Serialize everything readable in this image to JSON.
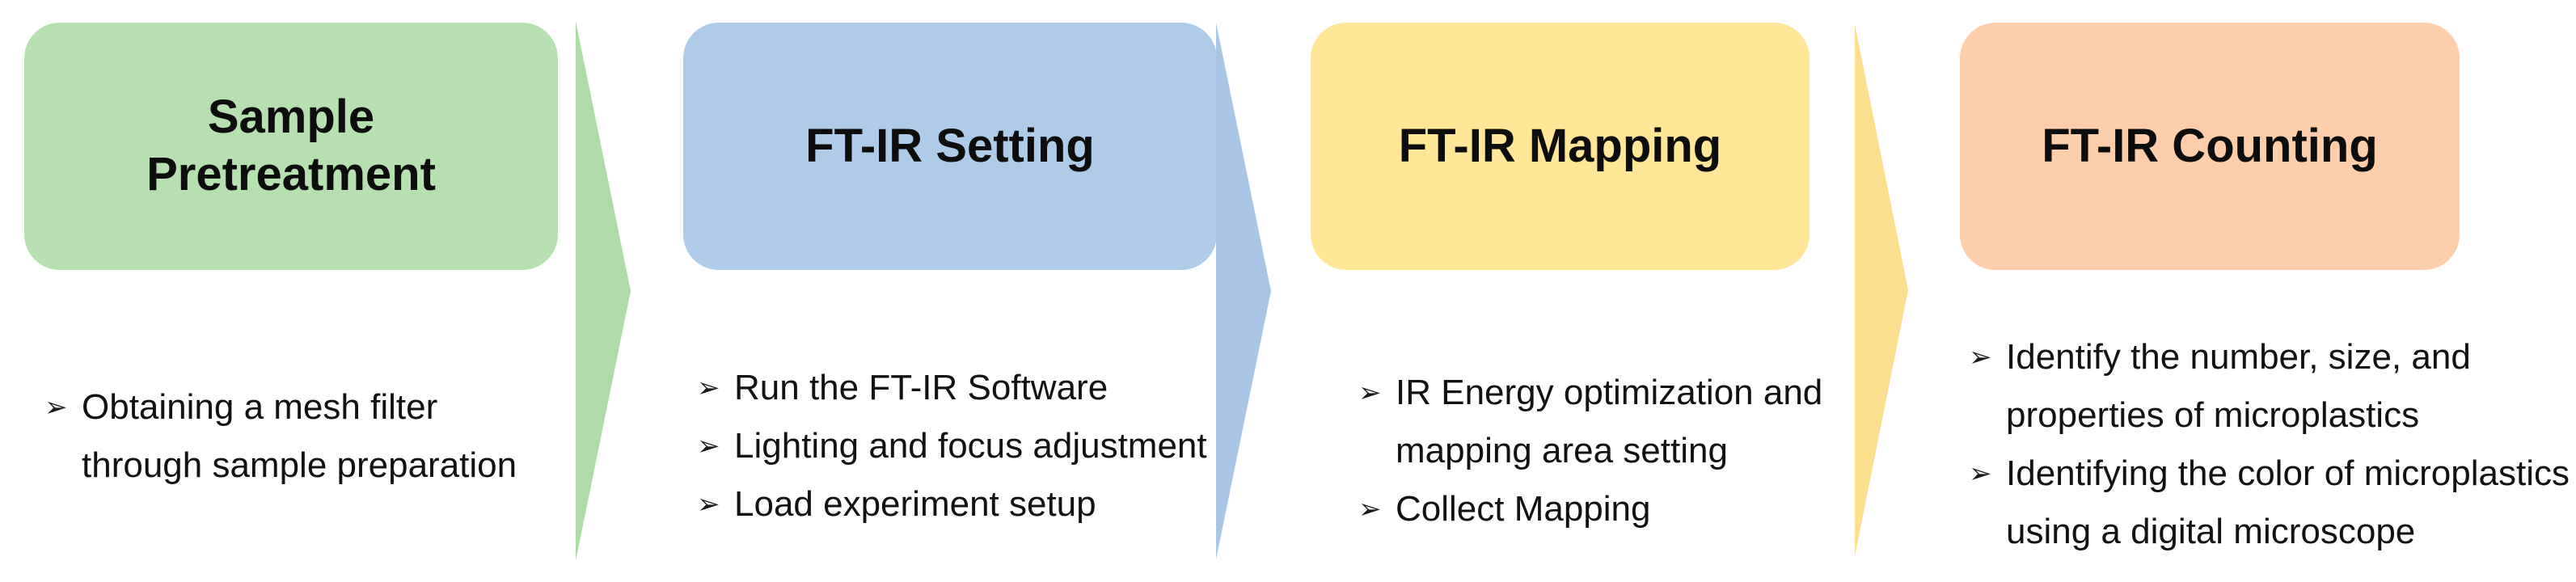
{
  "diagram": {
    "bullet_glyph": "➢",
    "background_color": "#ffffff",
    "body_text_color": "#121212",
    "heading_text_color": "#0d0d0d",
    "stages": [
      {
        "title": "Sample\nPretreatment",
        "box_color": "#b7e0b1",
        "arrow_color": "#aedba8",
        "bullets": [
          "Obtaining a mesh filter\nthrough sample preparation"
        ]
      },
      {
        "title": "FT-IR Setting",
        "box_color": "#aecbea",
        "arrow_color": "#a9c6e6",
        "bullets": [
          "Run the FT-IR Software",
          "Lighting and focus adjustment",
          "Load experiment setup"
        ]
      },
      {
        "title": "FT-IR Mapping",
        "box_color": "#ffe797",
        "arrow_color": "#fbdf8e",
        "bullets": [
          "IR Energy optimization and\nmapping area setting",
          "Collect Mapping"
        ]
      },
      {
        "title": "FT-IR Counting",
        "box_color": "#fecda9",
        "bullets": [
          "Identify the number, size, and\nproperties of microplastics",
          "Identifying the color of microplastics\nusing a digital microscope"
        ]
      }
    ]
  }
}
